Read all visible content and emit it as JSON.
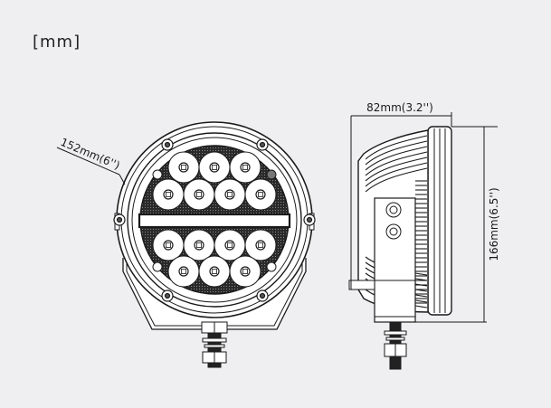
{
  "unit_label": "[mm]",
  "front_view": {
    "diameter_label": "152mm(6'')",
    "led_rows": [
      3,
      4,
      4,
      3
    ],
    "light_bar": "horizontal DRL bar"
  },
  "side_view": {
    "depth_label": "82mm(3.2'')",
    "height_label": "166mm(6.5'')"
  },
  "colors": {
    "background": "#efeff1",
    "line": "#1a1a1a",
    "fill": "#ffffff"
  }
}
